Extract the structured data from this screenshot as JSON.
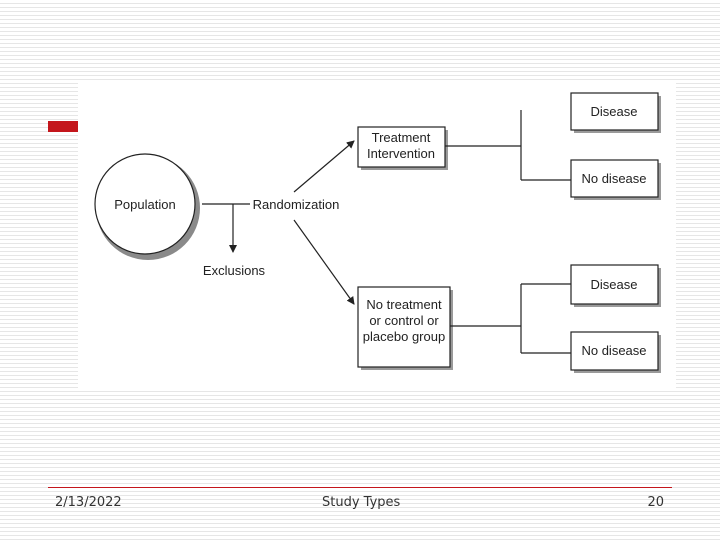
{
  "diagram": {
    "population": "Population",
    "randomization": "Randomization",
    "exclusions": "Exclusions",
    "treatment": [
      "Treatment",
      "Intervention"
    ],
    "control": [
      "No treatment",
      "or control or",
      "placebo group"
    ],
    "outcome_disease": "Disease",
    "outcome_no_disease": "No disease"
  },
  "footer": {
    "date": "2/13/2022",
    "title": "Study Types",
    "page": "20"
  }
}
